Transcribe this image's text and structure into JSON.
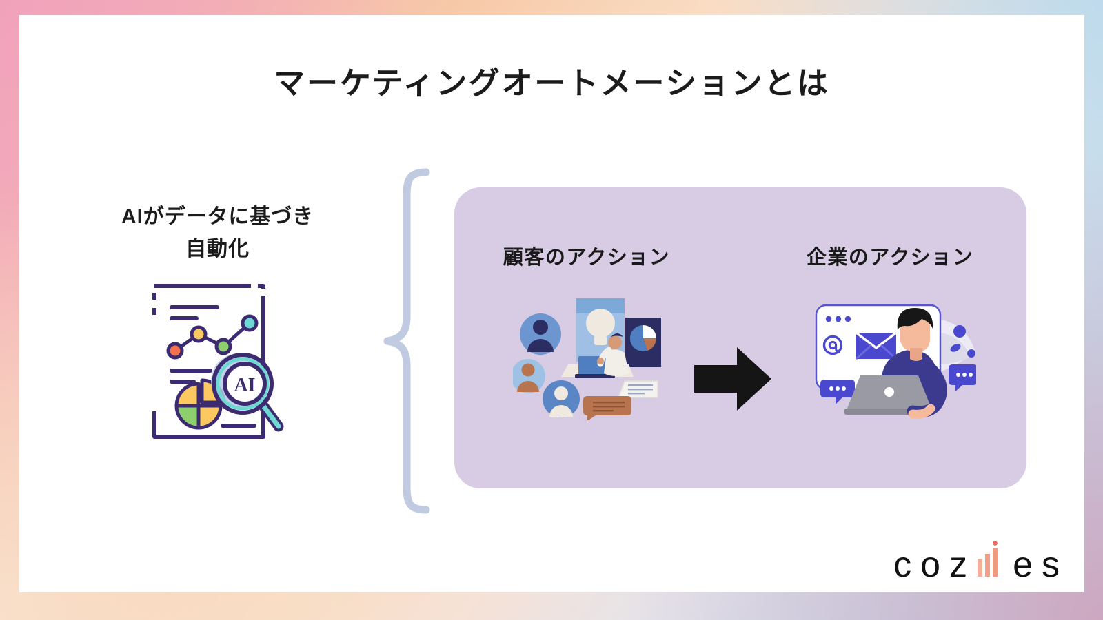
{
  "slide": {
    "title": "マーケティングオートメーションとは",
    "background_color": "#ffffff",
    "frame_gradient_colors": [
      "#f3a9bf",
      "#f7c9a8",
      "#f9dcc2",
      "#c7e2f0",
      "#cea4be"
    ]
  },
  "left_block": {
    "heading_line1": "AIがデータに基づき",
    "heading_line2": "自動化",
    "illustration": {
      "name": "ai-data-report-illustration",
      "magnifier_label": "AI",
      "outline_color": "#3d2b72",
      "accent_colors": {
        "coral": "#f4714f",
        "yellow": "#fbc95f",
        "green": "#8dce6e",
        "teal": "#6ed9d3",
        "shadow_blue": "#b9c9e8"
      },
      "line_chart_points": [
        {
          "label": "p1",
          "color": "#f4714f"
        },
        {
          "label": "p2",
          "color": "#fbc95f"
        },
        {
          "label": "p3",
          "color": "#8dce6e"
        },
        {
          "label": "p4",
          "color": "#6ed9d3"
        }
      ],
      "pie_slices": [
        {
          "label": "s1",
          "color": "#f4714f"
        },
        {
          "label": "s2",
          "color": "#fbc95f"
        },
        {
          "label": "s3",
          "color": "#8dce6e"
        },
        {
          "label": "s4",
          "color": "#fbc95f"
        }
      ]
    }
  },
  "brace": {
    "name": "left-curly-brace",
    "color": "#c0cbe2"
  },
  "panel": {
    "background_color": "#d8cbe4",
    "columns": [
      {
        "key": "customer",
        "label": "顧客のアクション",
        "illustration_name": "customer-personas-analytics-illustration"
      },
      {
        "key": "company",
        "label": "企業のアクション",
        "illustration_name": "company-email-marketer-illustration"
      }
    ],
    "arrow": {
      "name": "right-arrow",
      "color": "#151515",
      "direction": "right"
    }
  },
  "logo": {
    "brand": "cozies",
    "letters_before": [
      "c",
      "o",
      "z"
    ],
    "letters_after": [
      "e",
      "s"
    ],
    "bar_color": "#f0a08a",
    "dot_color": "#e8705a",
    "text_color": "#111111"
  }
}
